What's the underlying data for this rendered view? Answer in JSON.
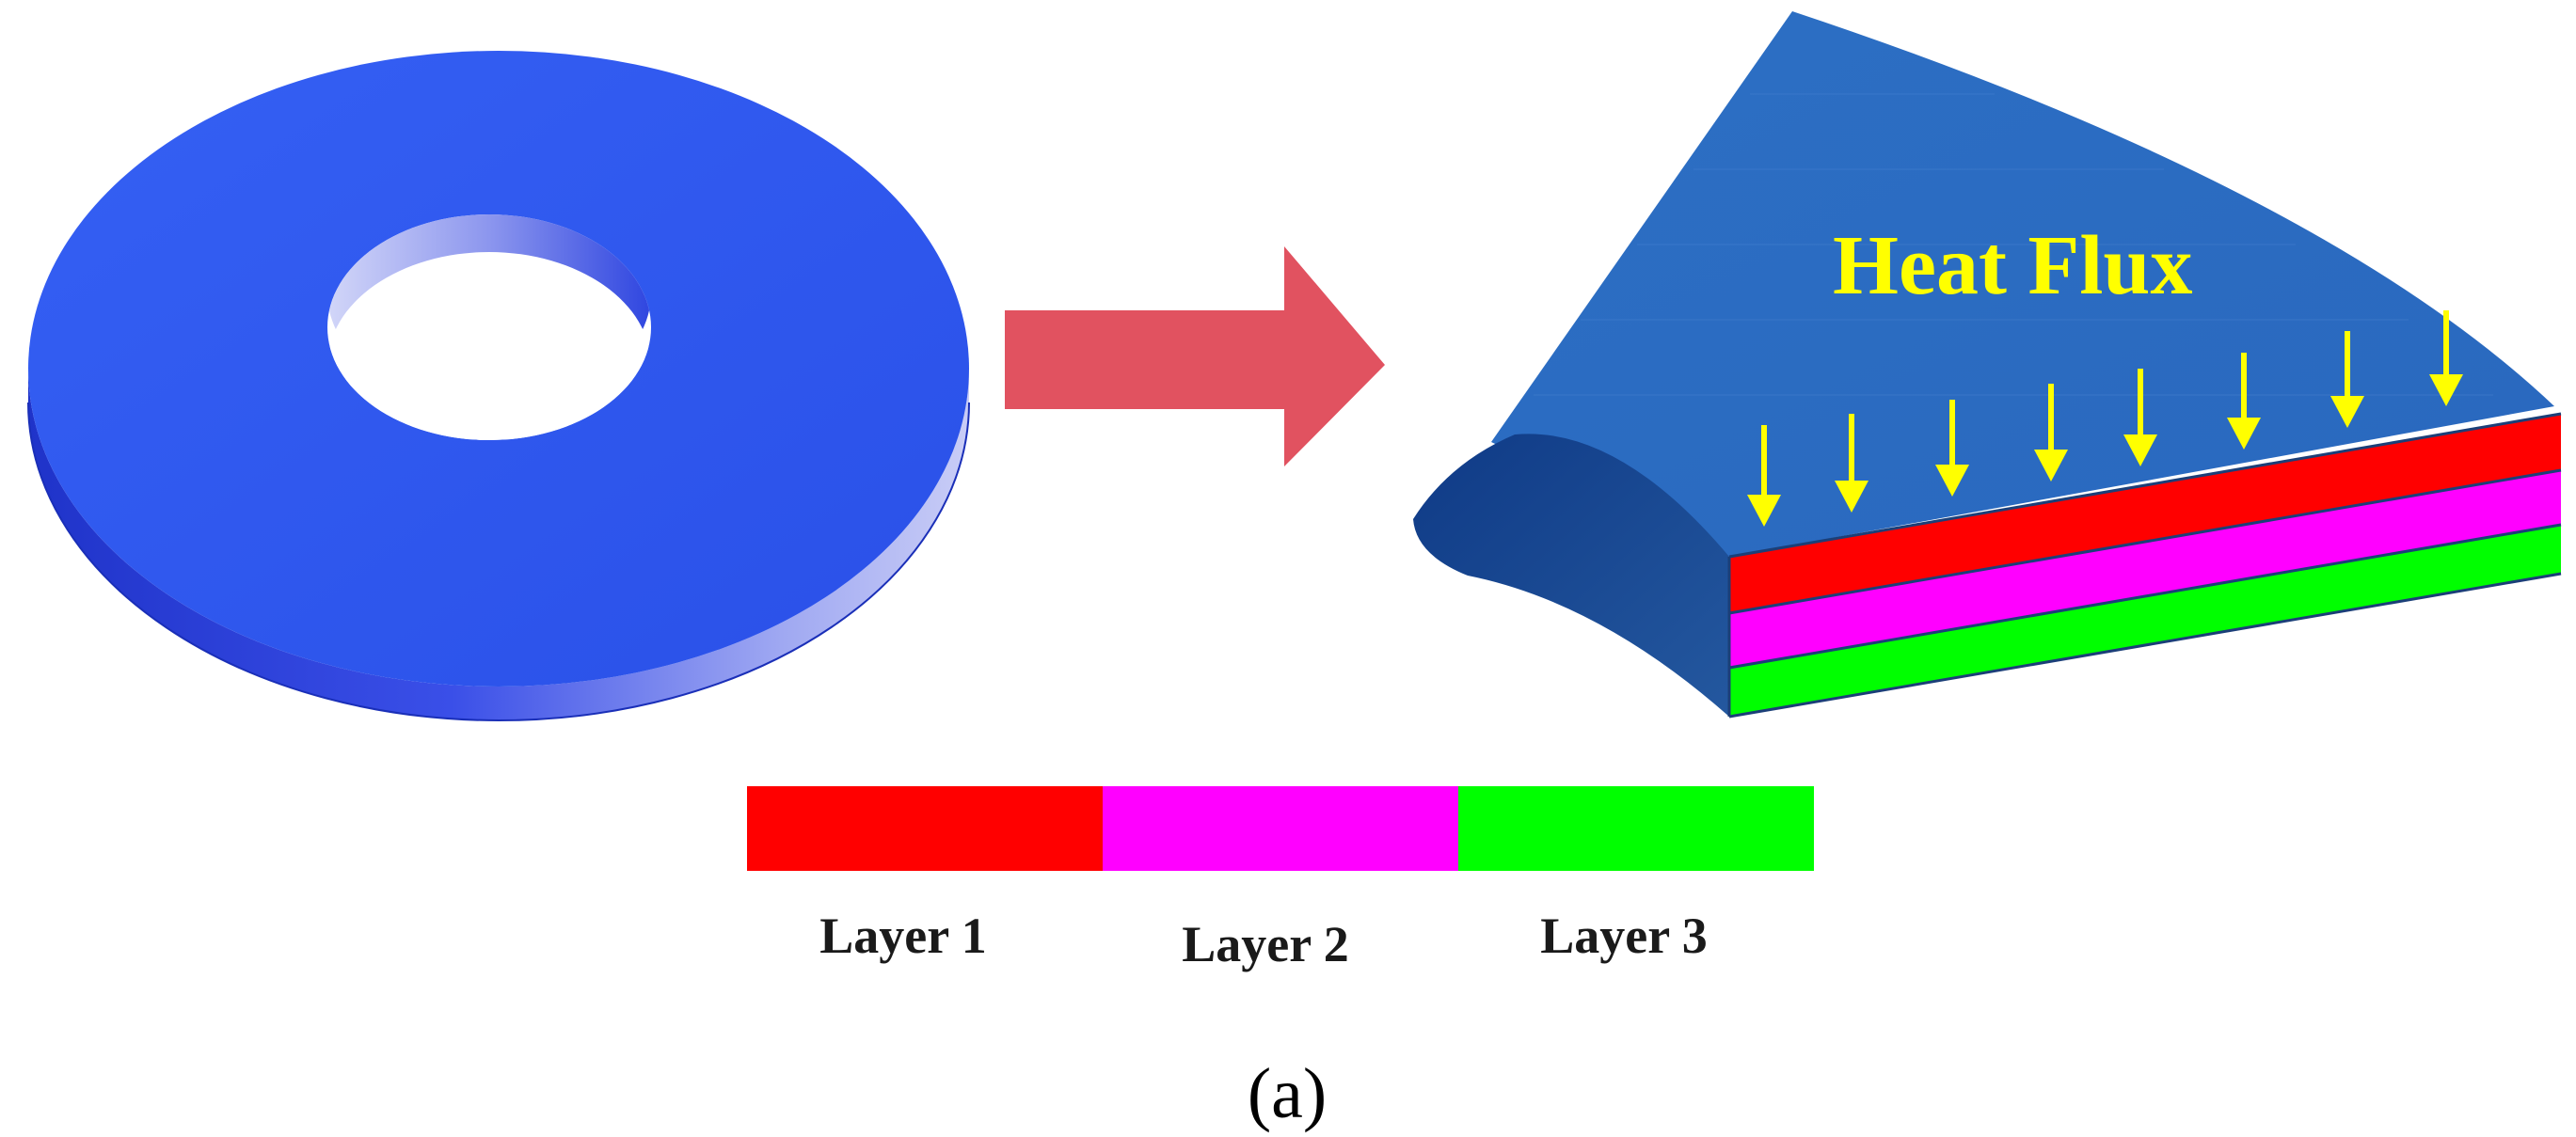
{
  "heat_flux_label": "Heat Flux",
  "caption": "(a)",
  "legend": [
    {
      "label": "Layer 1",
      "color": "#ff0000"
    },
    {
      "label": "Layer 2",
      "color": "#ff00ff"
    },
    {
      "label": "Layer 3",
      "color": "#00ff00"
    }
  ],
  "colors": {
    "disk_top": "#2f5bf0",
    "disk_side": "#2a45e6",
    "section_top": "#2b6fc2",
    "arrow": "#e15260",
    "heat_flux_text": "#ffff00",
    "flux_arrows": "#ffff00"
  },
  "icons": {
    "process_arrow": "right-arrow-icon",
    "flux_arrow": "down-arrow-icon"
  }
}
